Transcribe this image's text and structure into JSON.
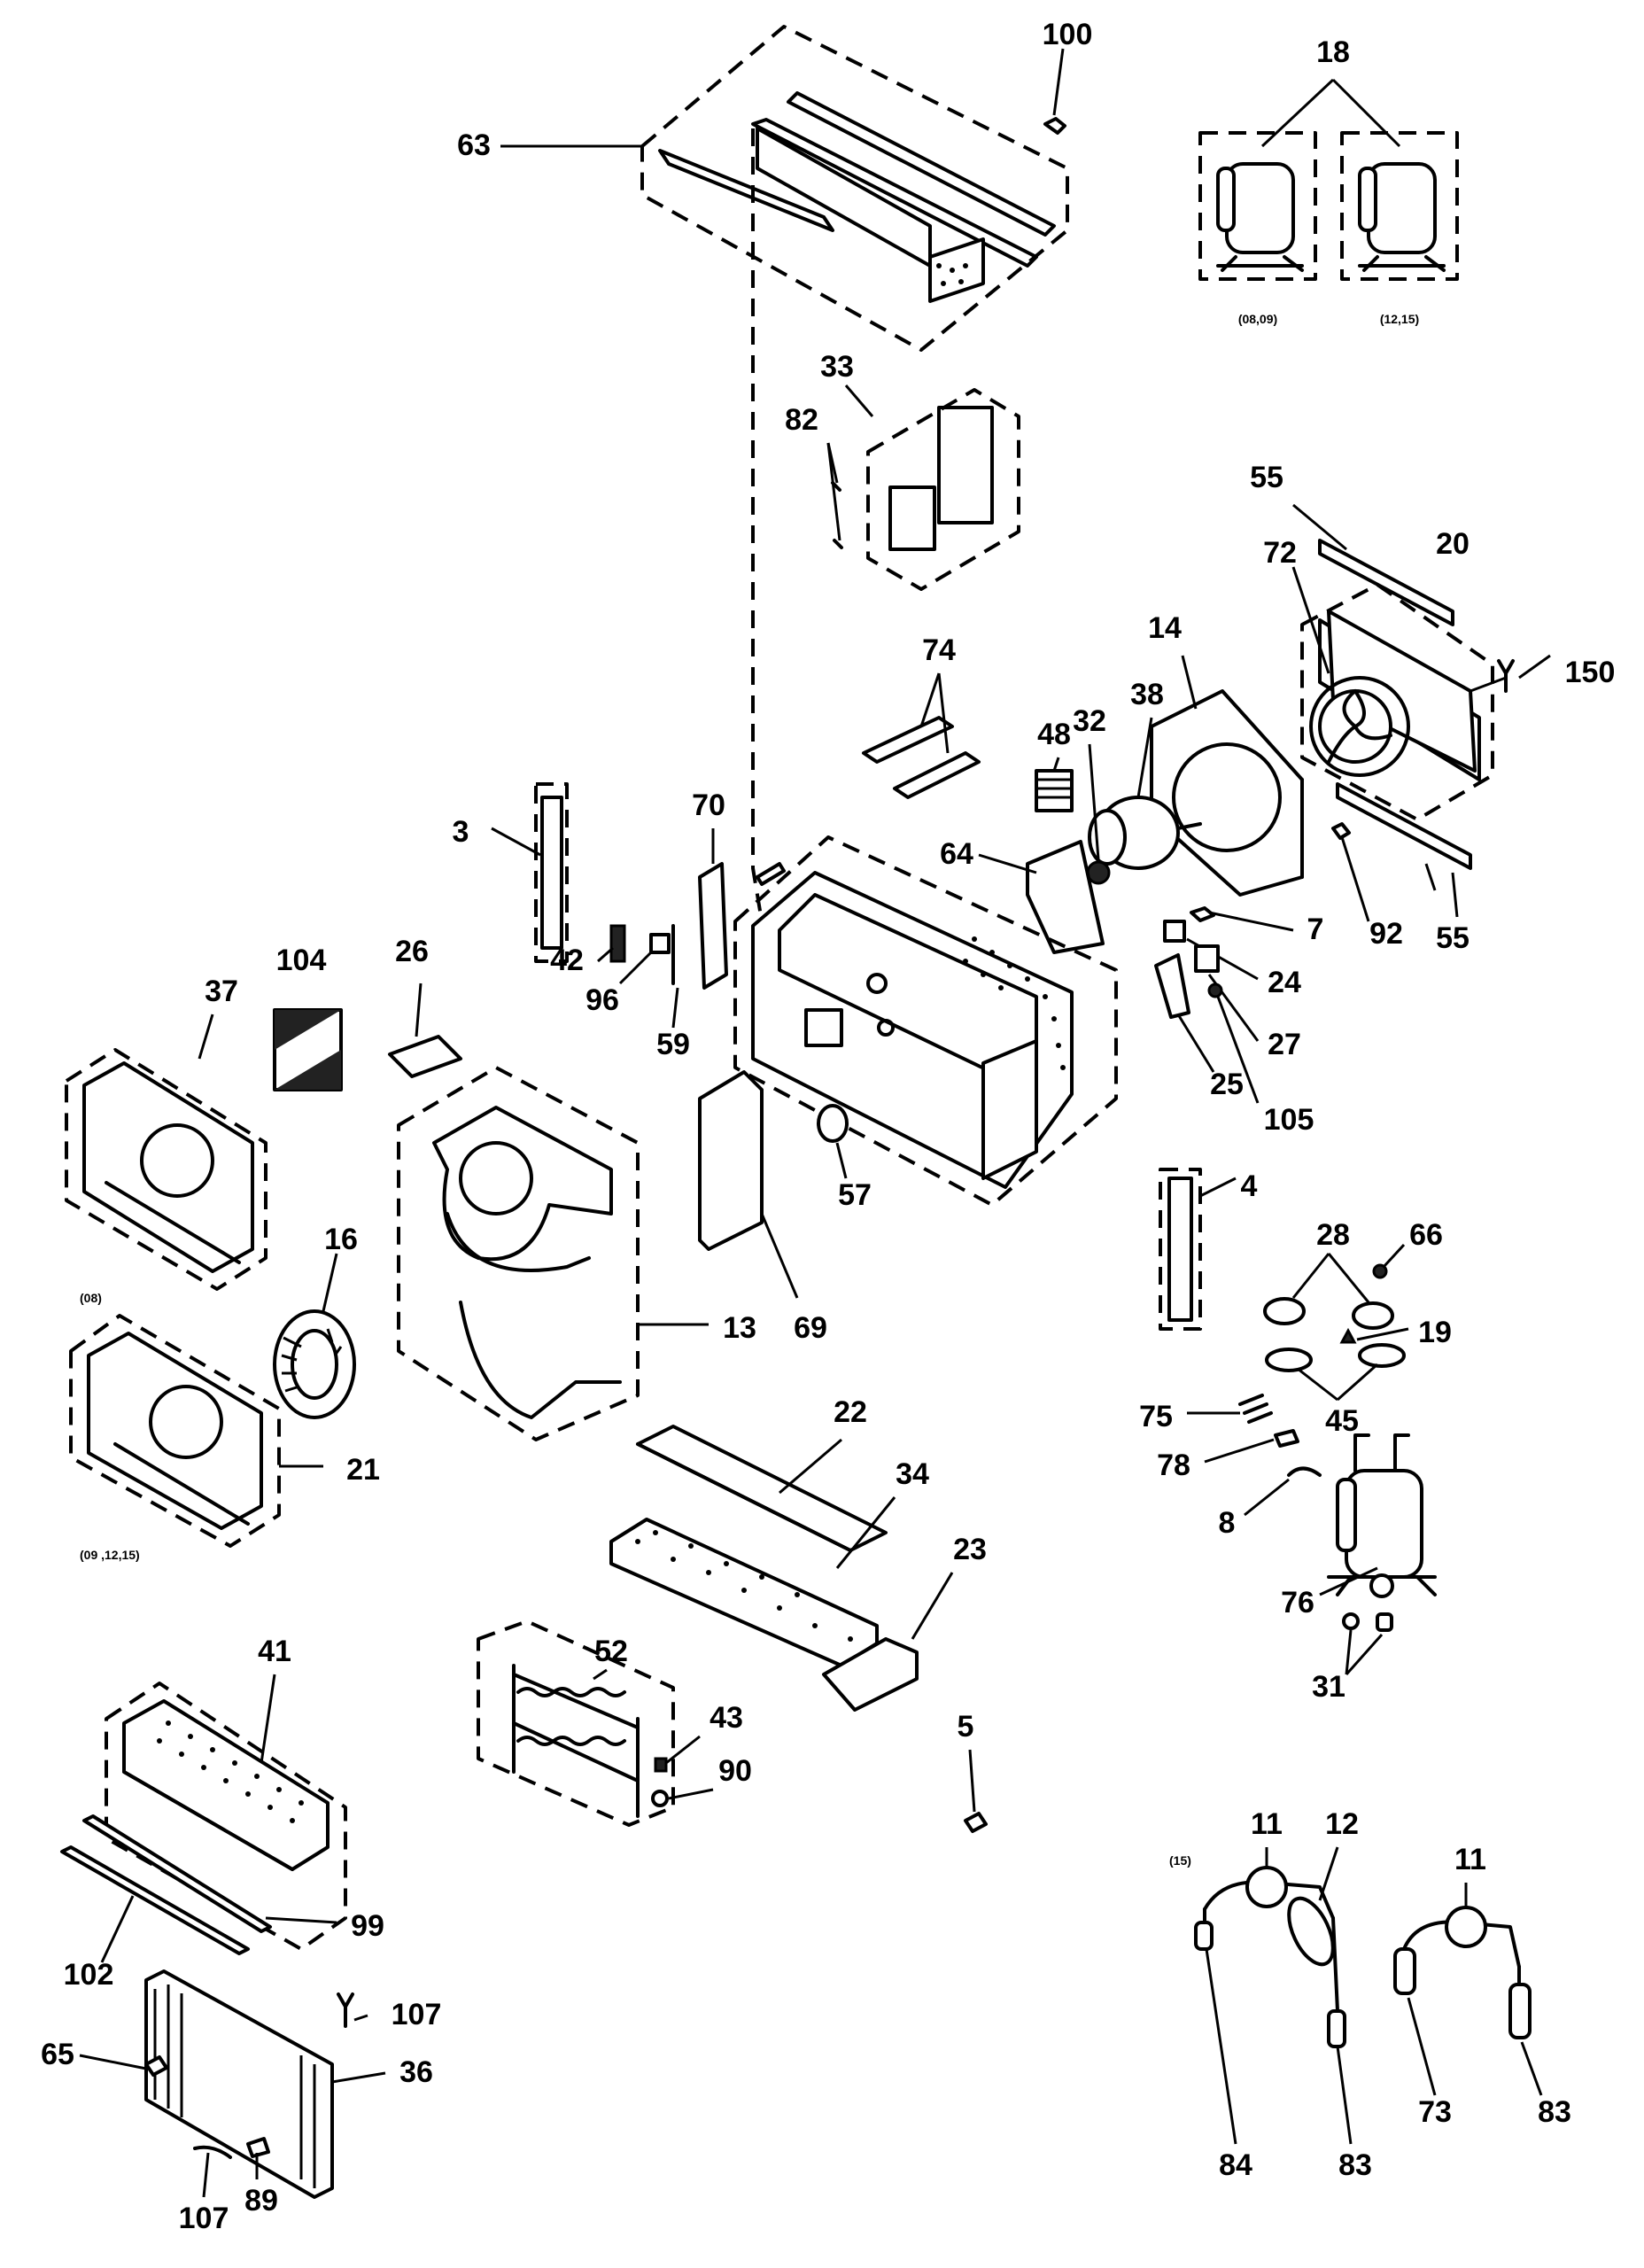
{
  "labels": {
    "l100": "100",
    "l18": "18",
    "l63": "63",
    "l33": "33",
    "l82": "82",
    "l55a": "55",
    "l20": "20",
    "l72": "72",
    "l14": "14",
    "l150": "150",
    "l74": "74",
    "l48": "48",
    "l32": "32",
    "l38": "38",
    "l70": "70",
    "l3": "3",
    "l64": "64",
    "l7": "7",
    "l92": "92",
    "l55b": "55",
    "l104": "104",
    "l26": "26",
    "l42": "42",
    "l37": "37",
    "l96": "96",
    "l24": "24",
    "l59": "59",
    "l27": "27",
    "l25": "25",
    "l105": "105",
    "l57": "57",
    "l4": "4",
    "l16": "16",
    "l28": "28",
    "l66": "66",
    "l13": "13",
    "l69": "69",
    "l19": "19",
    "l45": "45",
    "l22": "22",
    "l21": "21",
    "l75": "75",
    "l78": "78",
    "l34": "34",
    "l8": "8",
    "l23": "23",
    "l76": "76",
    "l31": "31",
    "l52": "52",
    "l41": "41",
    "l43": "43",
    "l5": "5",
    "l90": "90",
    "l11a": "11",
    "l12": "12",
    "l11b": "11",
    "l99": "99",
    "l102": "102",
    "l107a": "107",
    "l65": "65",
    "l36": "36",
    "l73": "73",
    "l107b": "107",
    "l89": "89",
    "l84": "84",
    "l83a": "83",
    "l83b": "83"
  },
  "notes": {
    "compressor_left": "(08,09)",
    "compressor_right": "(12,15)",
    "housing_08": "(08)",
    "housing_09_15": "(09 ,12,15)",
    "tubing_15": "(15)"
  }
}
